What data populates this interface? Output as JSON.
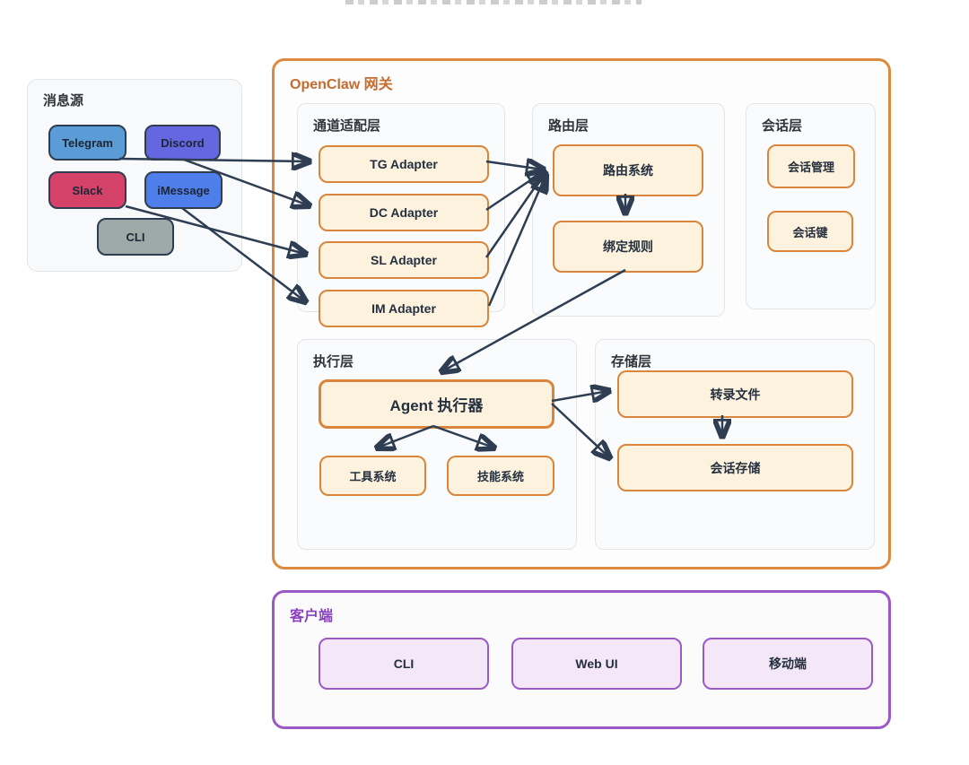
{
  "colors": {
    "gateway_border": "#dd8a3f",
    "gateway_title": "#c66b2e",
    "node_fill": "#fcf2dd",
    "node_border": "#d9863c",
    "clients_border": "#9b59c8",
    "clients_title": "#8a3fc0",
    "client_node_fill": "#f3e7f8",
    "arrow": "#2e3d52",
    "telegram_fill": "#5b9cd6",
    "discord_fill": "#6467e0",
    "slack_fill": "#d4426a",
    "imessage_fill": "#4e7ee9",
    "cli_fill": "#9daaa8"
  },
  "sources_panel": {
    "title": "消息源",
    "nodes": [
      {
        "id": "telegram",
        "label": "Telegram",
        "fill": "#5b9cd6"
      },
      {
        "id": "discord",
        "label": "Discord",
        "fill": "#6467e0"
      },
      {
        "id": "slack",
        "label": "Slack",
        "fill": "#d4426a"
      },
      {
        "id": "imessage",
        "label": "iMessage",
        "fill": "#4e7ee9"
      },
      {
        "id": "cli",
        "label": "CLI",
        "fill": "#9daaa8"
      }
    ]
  },
  "gateway": {
    "title": "OpenClaw 网关",
    "layers": {
      "channel": {
        "title": "通道适配层",
        "nodes": [
          "TG Adapter",
          "DC Adapter",
          "SL Adapter",
          "IM Adapter"
        ]
      },
      "routing": {
        "title": "路由层",
        "nodes": [
          "路由系统",
          "绑定规则"
        ]
      },
      "session": {
        "title": "会话层",
        "nodes": [
          "会话管理",
          "会话键"
        ]
      },
      "execution": {
        "title": "执行层",
        "nodes": [
          "Agent 执行器",
          "工具系统",
          "技能系统"
        ]
      },
      "storage": {
        "title": "存储层",
        "nodes": [
          "转录文件",
          "会话存储"
        ]
      }
    }
  },
  "clients_panel": {
    "title": "客户端",
    "nodes": [
      "CLI",
      "Web UI",
      "移动端"
    ]
  },
  "edges": [
    {
      "from": "telegram",
      "to": "tg-adapter"
    },
    {
      "from": "discord",
      "to": "dc-adapter"
    },
    {
      "from": "slack",
      "to": "sl-adapter"
    },
    {
      "from": "imessage",
      "to": "im-adapter"
    },
    {
      "from": "tg-adapter",
      "to": "routing-system"
    },
    {
      "from": "dc-adapter",
      "to": "routing-system"
    },
    {
      "from": "sl-adapter",
      "to": "routing-system"
    },
    {
      "from": "im-adapter",
      "to": "routing-system"
    },
    {
      "from": "routing-system",
      "to": "binding-rules"
    },
    {
      "from": "binding-rules",
      "to": "agent-executor"
    },
    {
      "from": "agent-executor",
      "to": "tool-system"
    },
    {
      "from": "agent-executor",
      "to": "skill-system"
    },
    {
      "from": "agent-executor",
      "to": "transcript-files"
    },
    {
      "from": "agent-executor",
      "to": "session-storage"
    },
    {
      "from": "transcript-files",
      "to": "session-storage"
    }
  ]
}
